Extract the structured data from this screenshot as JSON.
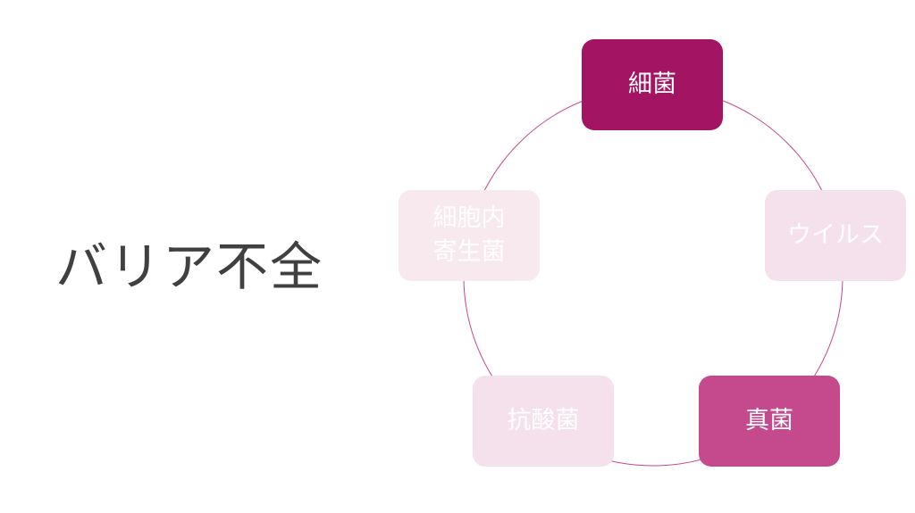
{
  "title": "バリア不全",
  "colors": {
    "ring": "#C4498D"
  },
  "nodes": [
    {
      "label": "細菌",
      "color": "#A31562"
    },
    {
      "label": "ウイルス",
      "color": "#F5E1EC"
    },
    {
      "label": "真菌",
      "color": "#C4498D"
    },
    {
      "label": "抗酸菌",
      "color": "#F5E1EC"
    },
    {
      "label": "細胞内\n寄生菌",
      "color": "#F8E9EF"
    }
  ]
}
